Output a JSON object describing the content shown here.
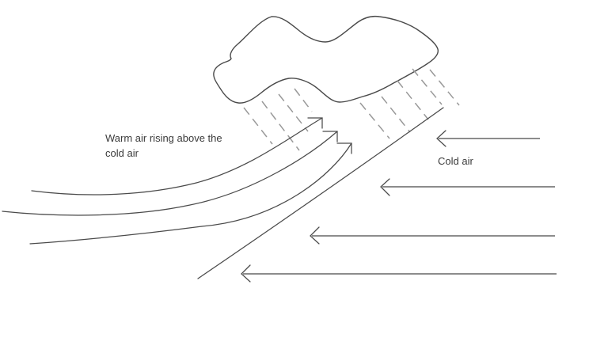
{
  "labels": {
    "warm_air": {
      "line1": "Warm air rising above the",
      "line2": "cold air"
    },
    "cold_air": {
      "text": "Cold air"
    }
  },
  "colors": {
    "background": "#ffffff",
    "line_ink": "#4a4a4a",
    "arrow_shaft_gray": "#8c8c8c",
    "rain_dash_gray": "#999999",
    "label_text": "#3b3b3b"
  },
  "shapes": [
    "cloud-outline",
    "rain-dashes-left-group",
    "rain-dashes-right-group",
    "cold-front-boundary-line",
    "warm-air-rising-arrows",
    "cold-air-horizontal-arrows"
  ]
}
